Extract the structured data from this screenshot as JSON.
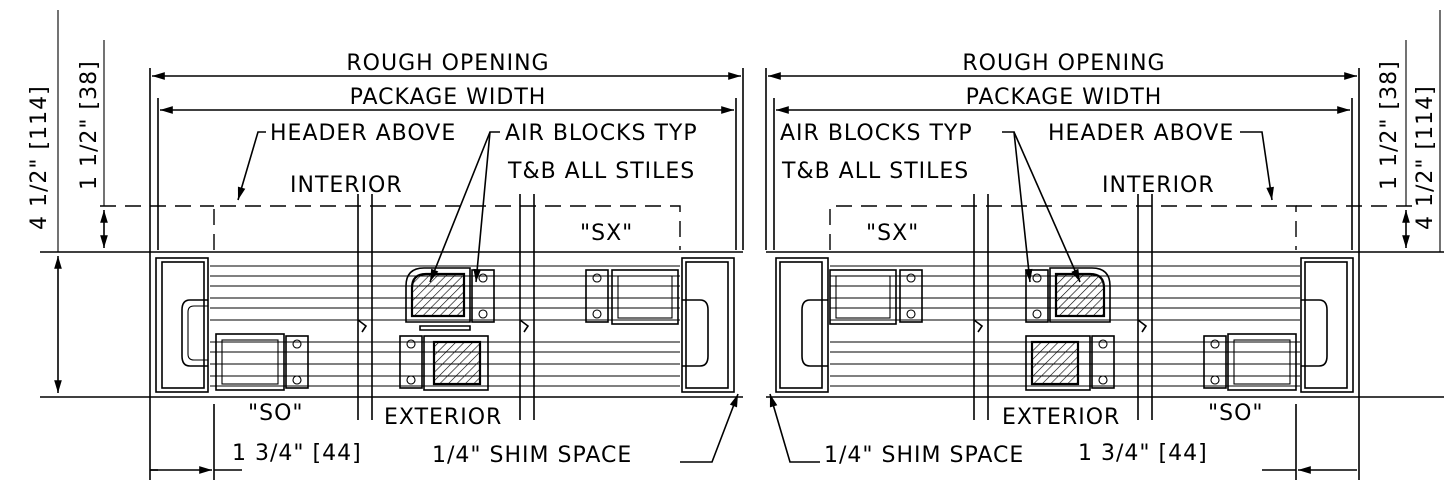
{
  "labels": {
    "rough_opening": "ROUGH OPENING",
    "package_width": "PACKAGE WIDTH",
    "header_above": "HEADER ABOVE",
    "air_blocks": "AIR BLOCKS TYP",
    "tb_all_stiles": "T&B ALL STILES",
    "interior": "INTERIOR",
    "exterior": "EXTERIOR",
    "sx": "\"SX\"",
    "so": "\"SO\"",
    "dim_1_3_4": "1 3/4\" [44]",
    "shim_space": "1/4\" SHIM SPACE",
    "dim_4_1_2": "4 1/2\" [114]",
    "dim_1_1_2": "1 1/2\" [38]"
  },
  "colors": {
    "line": "#000000",
    "background": "#ffffff"
  }
}
